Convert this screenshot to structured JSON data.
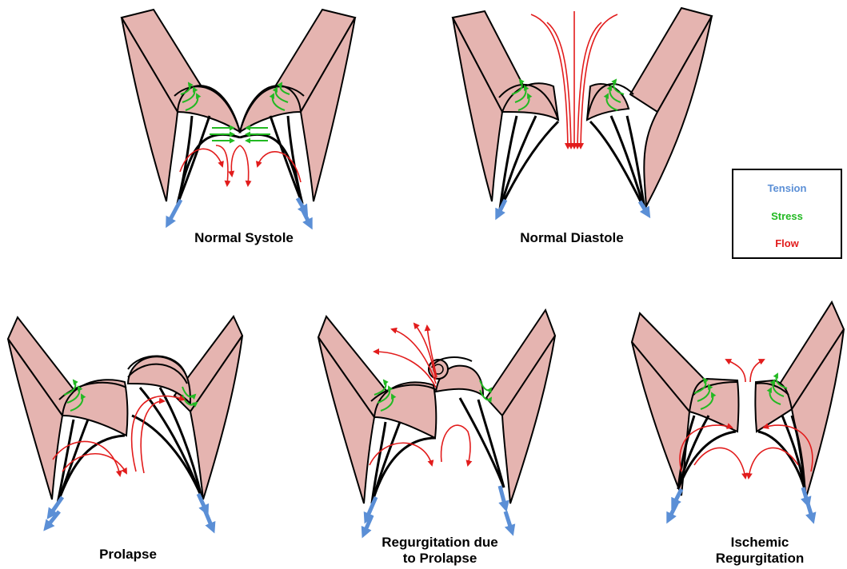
{
  "panels": [
    {
      "id": "normal-systole",
      "caption": [
        "Normal Systole"
      ]
    },
    {
      "id": "normal-diastole",
      "caption": [
        "Normal Diastole"
      ]
    },
    {
      "id": "prolapse",
      "caption": [
        "Prolapse"
      ]
    },
    {
      "id": "regurgitation-prolapse",
      "caption": [
        "Regurgitation due",
        "to Prolapse"
      ]
    },
    {
      "id": "ischemic-regurgitation",
      "caption": [
        "Ischemic",
        "Regurgitation"
      ]
    }
  ],
  "legend": {
    "items": [
      {
        "label": "Tension",
        "color": "#5b8fd6"
      },
      {
        "label": "Stress",
        "color": "#22b922"
      },
      {
        "label": "Flow",
        "color": "#e21c1c"
      }
    ]
  },
  "colors": {
    "tissue": "#e5b4b0",
    "outline": "#000000",
    "tension": "#5b8fd6",
    "stress": "#22b922",
    "flow": "#e21c1c"
  }
}
